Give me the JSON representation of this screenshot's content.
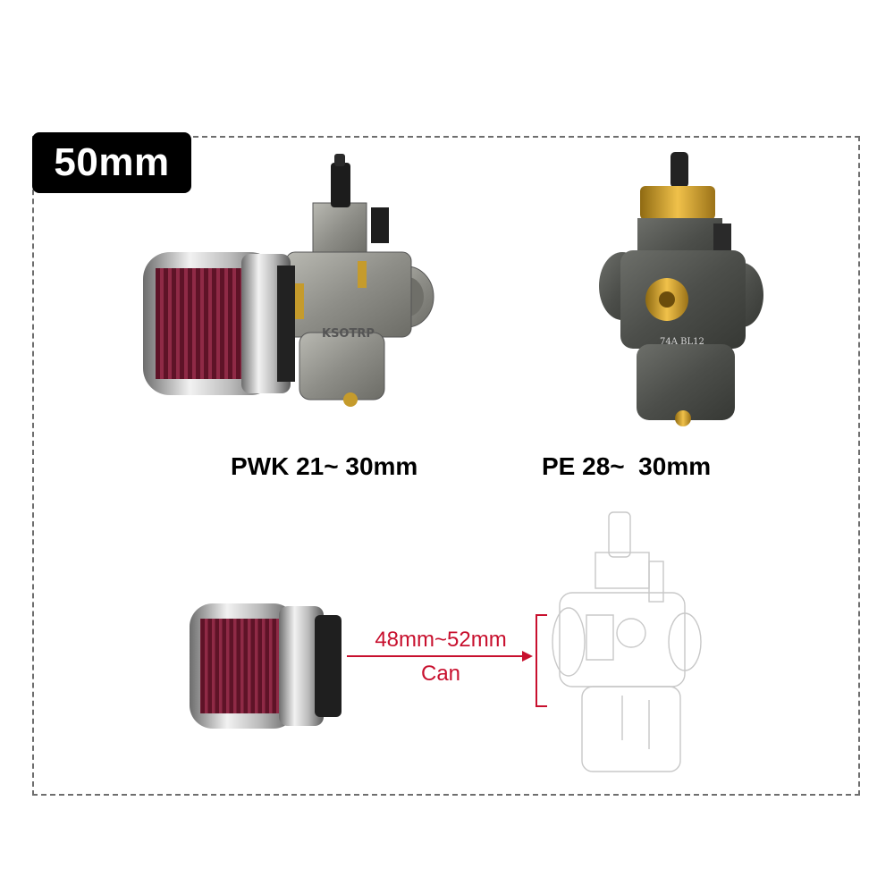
{
  "badge": {
    "text": "50mm"
  },
  "products": [
    {
      "label": "PWK 21~ 30mm"
    },
    {
      "label": "PE 28~  30mm"
    }
  ],
  "fitment": {
    "range": "48mm~52mm",
    "note": "Can"
  },
  "colors": {
    "accent_red": "#c8102e",
    "badge_bg": "#000000",
    "filter_element": "#7a1f35"
  },
  "watermark": {
    "brand": "KSOTRP"
  }
}
